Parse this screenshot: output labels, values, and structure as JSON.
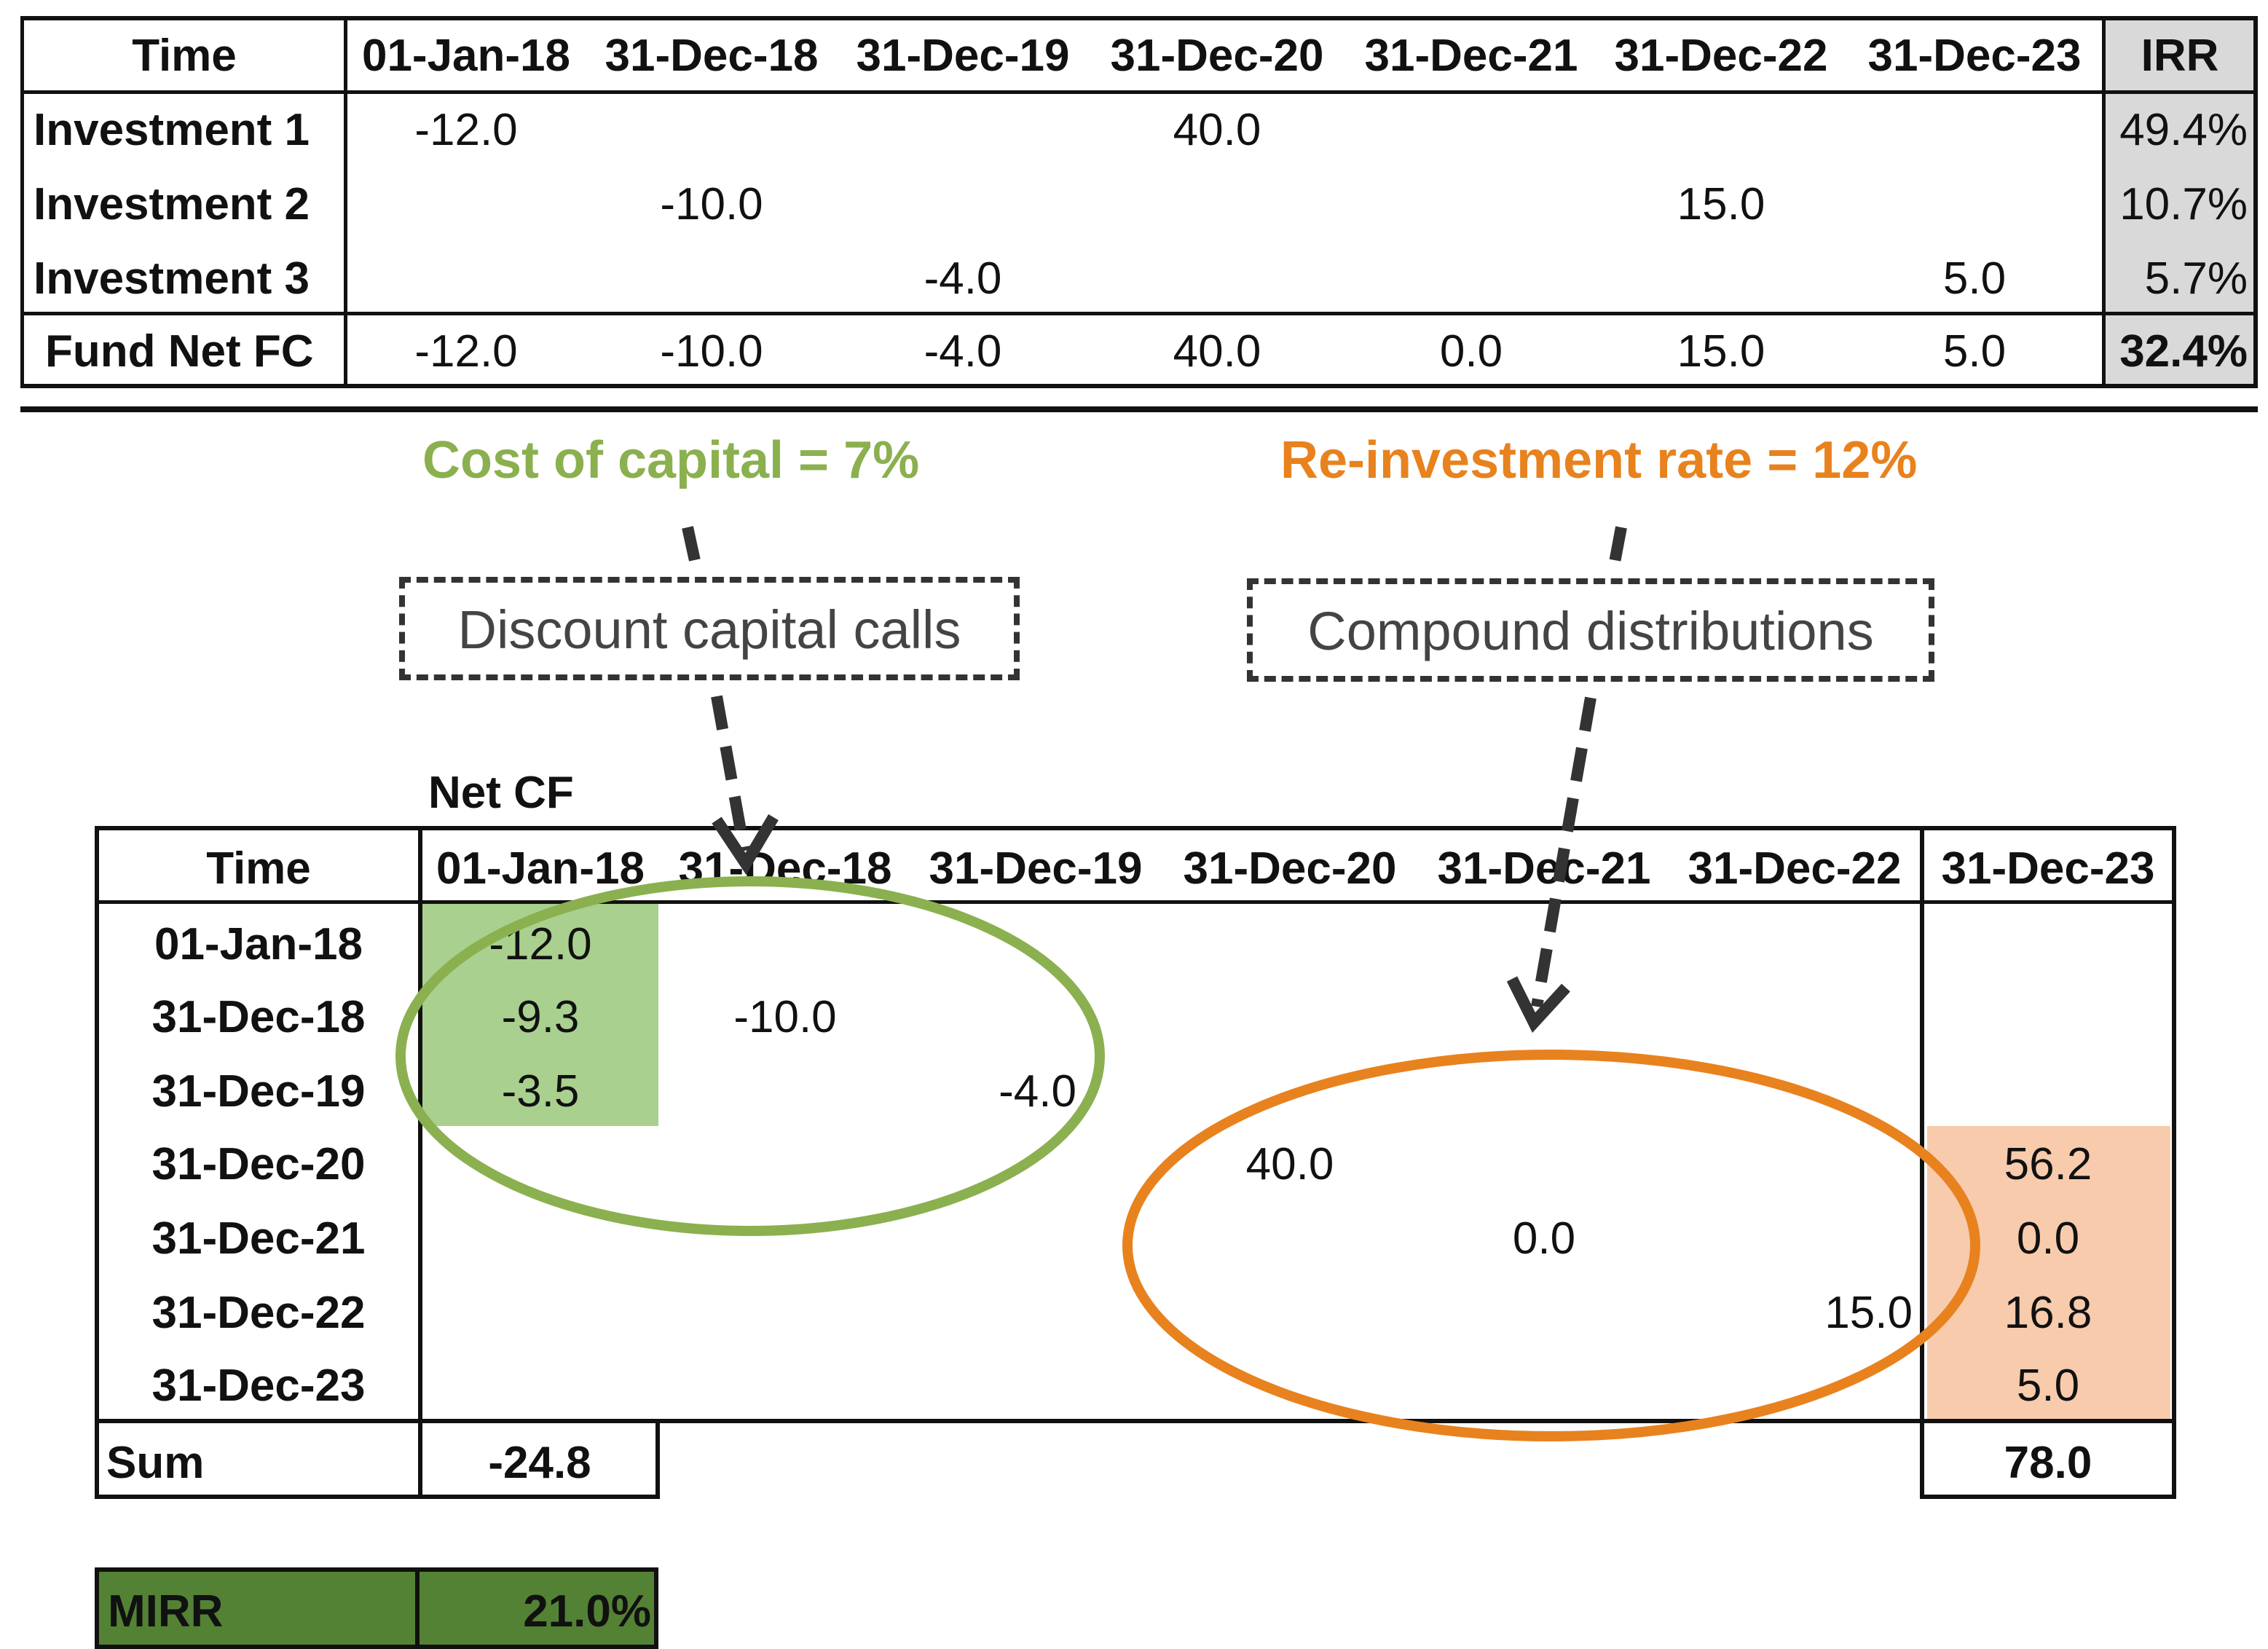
{
  "top_table": {
    "time_label": "Time",
    "dates": [
      "01-Jan-18",
      "31-Dec-18",
      "31-Dec-19",
      "31-Dec-20",
      "31-Dec-21",
      "31-Dec-22",
      "31-Dec-23"
    ],
    "irr_label": "IRR",
    "rows": [
      {
        "label": "Investment 1",
        "cells": [
          "-12.0",
          "",
          "",
          "40.0",
          "",
          "",
          ""
        ],
        "irr": "49.4%"
      },
      {
        "label": "Investment 2",
        "cells": [
          "",
          "-10.0",
          "",
          "",
          "",
          "15.0",
          ""
        ],
        "irr": "10.7%"
      },
      {
        "label": "Investment 3",
        "cells": [
          "",
          "",
          "-4.0",
          "",
          "",
          "",
          "5.0"
        ],
        "irr": "5.7%"
      }
    ],
    "fund_row": {
      "label": "Fund Net FC",
      "cells": [
        "-12.0",
        "-10.0",
        "-4.0",
        "40.0",
        "0.0",
        "15.0",
        "5.0"
      ],
      "irr": "32.4%"
    }
  },
  "annotations": {
    "cost_of_capital": "Cost of capital = 7%",
    "reinvestment_rate": "Re-investment rate = 12%",
    "discount_box": "Discount capital calls",
    "compound_box": "Compound distributions",
    "green_color": "#8bb04f",
    "orange_color": "#e8821e"
  },
  "bottom_table": {
    "title": "Net CF",
    "time_label": "Time",
    "col_dates": [
      "01-Jan-18",
      "31-Dec-18",
      "31-Dec-19",
      "31-Dec-20",
      "31-Dec-21",
      "31-Dec-22",
      "31-Dec-23"
    ],
    "row_dates": [
      "01-Jan-18",
      "31-Dec-18",
      "31-Dec-19",
      "31-Dec-20",
      "31-Dec-21",
      "31-Dec-22",
      "31-Dec-23"
    ],
    "discounted": [
      "-12.0",
      "-9.3",
      "-3.5"
    ],
    "diagonal": [
      "",
      "-10.0",
      "-4.0",
      "40.0",
      "0.0",
      "15.0",
      ""
    ],
    "compounded": [
      "",
      "",
      "",
      "56.2",
      "0.0",
      "16.8",
      "5.0"
    ],
    "sum_label": "Sum",
    "sum_discounted": "-24.8",
    "sum_compounded": "78.0",
    "mirr_label": "MIRR",
    "mirr_value": "21.0%",
    "green_fill": "#a9d08e",
    "orange_fill": "#f8cbad",
    "mirr_fill": "#548235"
  }
}
